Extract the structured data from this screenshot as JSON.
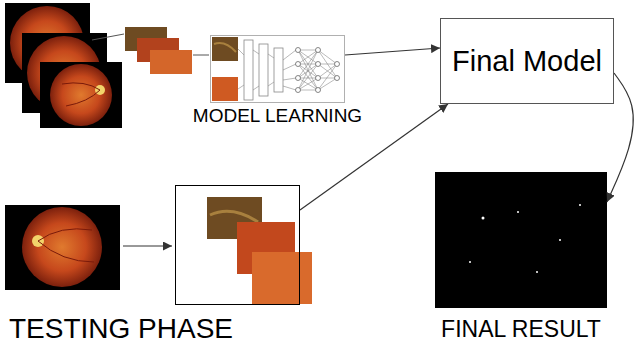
{
  "diagram": {
    "nodes": [
      {
        "text": [
          "MODEL LEARNING"
        ]
      },
      {
        "text": [
          "Final Model"
        ]
      },
      {
        "text": [
          "TESTING PHASE"
        ]
      },
      {
        "text": [
          "FINAL RESULT"
        ]
      }
    ],
    "edges": [
      {
        "from": 0,
        "to": 1,
        "arrow": "to"
      },
      {
        "from": 2,
        "to": 1,
        "arrow": "to"
      },
      {
        "from": 1,
        "to": 3,
        "arrow": "to"
      }
    ]
  }
}
